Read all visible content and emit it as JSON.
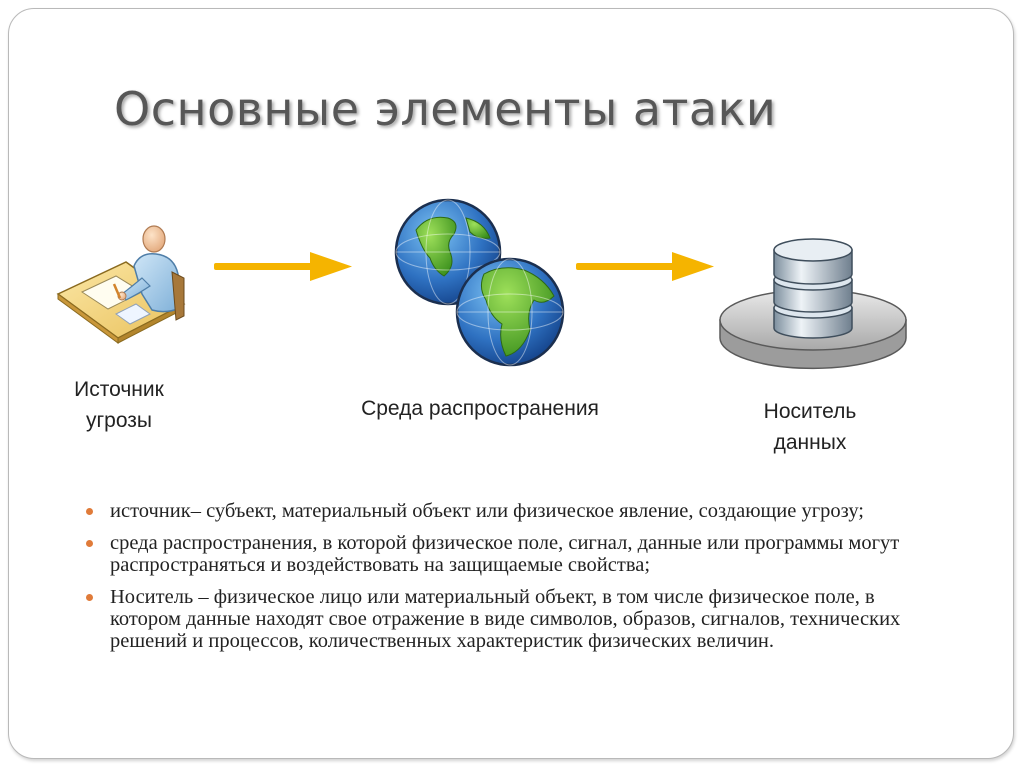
{
  "title": "Основные элементы атаки",
  "colors": {
    "arrow": "#f5b400",
    "bullet": "#e07b39",
    "title": "#575757"
  },
  "nodes": [
    {
      "icon": "person-at-desk-icon",
      "label_lines": [
        "Источник",
        "угрозы"
      ]
    },
    {
      "icon": "globe-icon",
      "label_lines": [
        "Среда распространения"
      ]
    },
    {
      "icon": "database-icon",
      "label_lines": [
        "Носитель",
        "данных"
      ]
    }
  ],
  "bullets": [
    "источник– субъект, материальный объект или физическое явление, создающие угрозу;",
    "среда распространения, в которой физическое поле, сигнал, данные или программы могут распространяться и воздействовать на защищаемые свойства;",
    "Носитель – физическое лицо или материальный объект, в том числе физическое поле, в котором данные находят свое отражение в виде символов, образов, сигналов, технических решений и процессов, количественных характеристик физических величин."
  ]
}
